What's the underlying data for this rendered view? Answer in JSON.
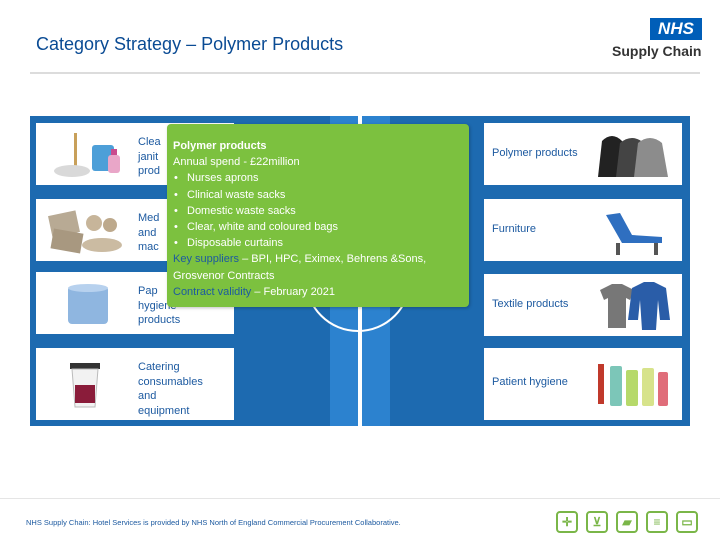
{
  "header": {
    "title": "Category Strategy – Polymer Products",
    "logo_nhs": "NHS",
    "logo_sub": "Supply Chain"
  },
  "left_cards": [
    {
      "lines": [
        "Clea",
        "janit",
        "prod"
      ],
      "icon": "cleaning-mop-bucket-icon"
    },
    {
      "lines": [
        "Med",
        "and",
        "mac"
      ],
      "icon": "medical-records-icon"
    },
    {
      "lines": [
        "Pap",
        "hygiene",
        "products"
      ],
      "icon": "paper-roll-icon"
    },
    {
      "lines": [
        "Catering",
        "consumables",
        "and",
        "equipment"
      ],
      "icon": "catering-cup-icon"
    }
  ],
  "right_cards": [
    {
      "label": "Polymer products",
      "icon": "bin-bags-icon"
    },
    {
      "label": "Furniture",
      "icon": "patient-chair-icon"
    },
    {
      "label": "Textile products",
      "icon": "garments-icon"
    },
    {
      "label": "Patient hygiene",
      "icon": "hygiene-bottles-icon"
    }
  ],
  "callout": {
    "title": "Polymer products",
    "spend": "Annual spend - £22million",
    "items": [
      "Nurses aprons",
      "Clinical waste sacks",
      "Domestic waste sacks",
      "Clear, white and coloured bags",
      "Disposable curtains"
    ],
    "suppliers_label": "Key suppliers",
    "suppliers_text": " – BPI, HPC, Eximex, Behrens &Sons,",
    "suppliers_text2": "Grosvenor Contracts",
    "validity_label": "Contract validity",
    "validity_text": " – February 2021"
  },
  "footer": {
    "text": "NHS Supply Chain: Hotel Services is provided by NHS North of England Commercial Procurement Collaborative.",
    "icons": [
      "crosshair-icon",
      "cart-icon",
      "truck-icon",
      "document-icon",
      "monitor-icon"
    ]
  },
  "colors": {
    "title_blue": "#0a4b94",
    "panel_blue": "#1d6ab0",
    "callout_green": "#7cc13f",
    "footer_icon_green": "#7ab648"
  }
}
